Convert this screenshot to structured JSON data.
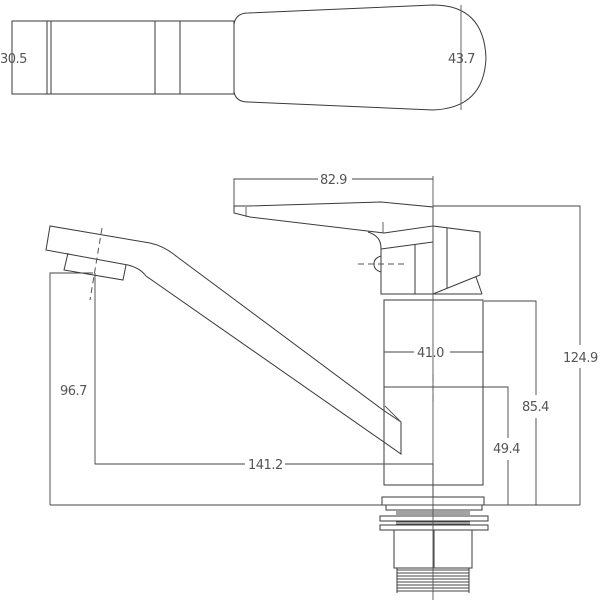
{
  "drawing": {
    "top_view": {
      "dimensions": {
        "body_diameter": "30.5",
        "handle_width": "43.7"
      }
    },
    "side_view": {
      "dimensions": {
        "handle_length": "82.9",
        "total_height": "124.9",
        "spout_height": "96.7",
        "body_diameter": "41.0",
        "body_height": "85.4",
        "spout_outlet_height": "49.4",
        "spout_reach": "141.2"
      }
    }
  }
}
